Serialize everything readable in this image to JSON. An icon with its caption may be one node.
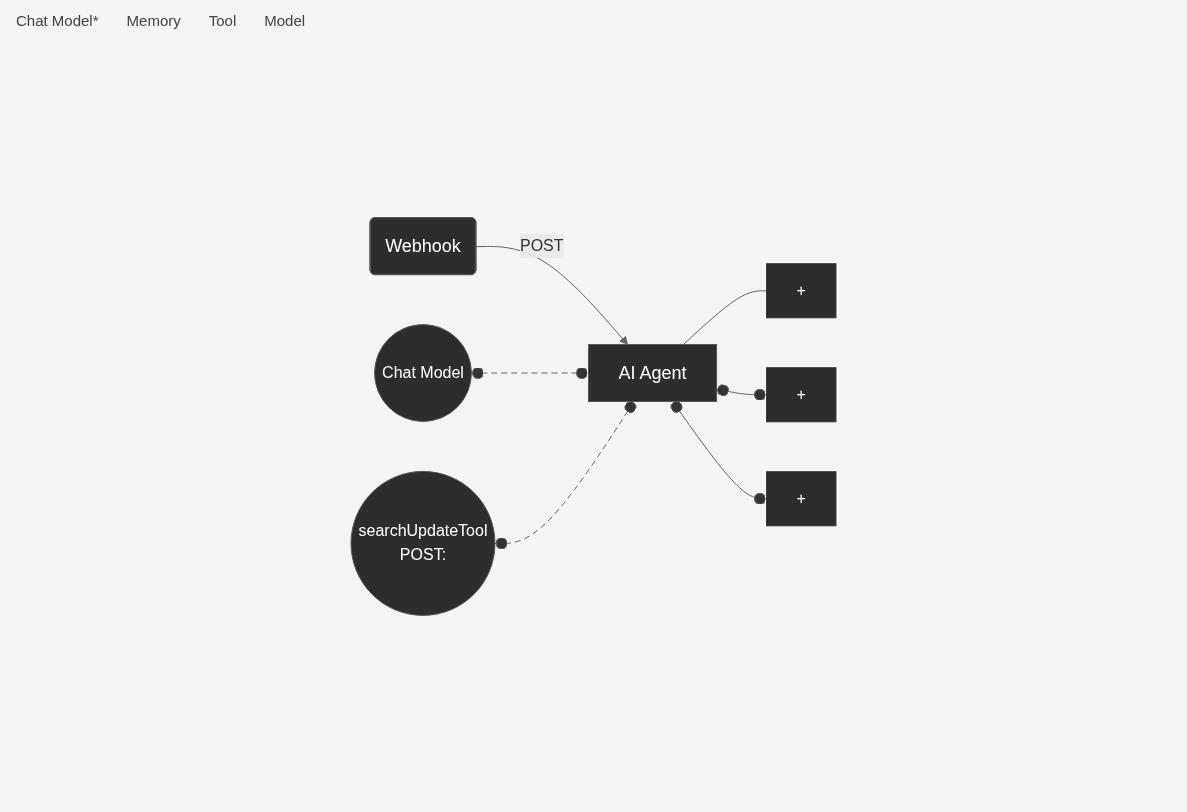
{
  "diagram": {
    "nodes": [
      {
        "text": [
          "Webhook"
        ]
      },
      {
        "text": [
          "AI Agent"
        ]
      },
      {
        "text": [
          "+"
        ]
      },
      {
        "text": [
          "+"
        ]
      },
      {
        "text": [
          "+"
        ]
      },
      {
        "text": [
          "Chat Model"
        ]
      },
      {
        "text": [
          "searchUpdateTool",
          "POST:"
        ]
      }
    ],
    "edges": [
      {
        "from": 0,
        "to": 1,
        "arrow": "to",
        "label": "POST"
      },
      {
        "from": 1,
        "to": 2,
        "arrow": "none"
      },
      {
        "from": 5,
        "to": 1,
        "arrow": "other",
        "style": "dashed"
      },
      {
        "from": 1,
        "to": 3,
        "arrow": "other"
      },
      {
        "from": 1,
        "to": 4,
        "arrow": "other"
      },
      {
        "from": 6,
        "to": 1,
        "arrow": "other",
        "style": "dashed"
      }
    ],
    "labels": [
      "Chat Model*",
      "Memory",
      "Tool",
      "Model"
    ]
  }
}
